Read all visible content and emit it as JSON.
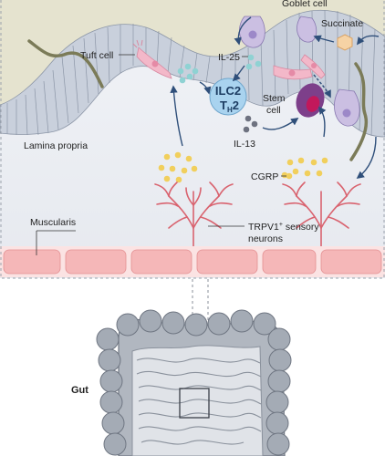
{
  "labels": {
    "goblet_cell": "Goblet cell",
    "succinate": "Succinate",
    "tuft_cell": "Tuft cell",
    "il25": "IL-25",
    "ilc2_line1": "ILC2",
    "ilc2_line2": "T",
    "ilc2_sub": "H",
    "ilc2_suffix": "2",
    "stem_cell_line1": "Stem",
    "stem_cell_line2": "cell",
    "il13": "IL-13",
    "lamina_propria": "Lamina propria",
    "cgrp": "CGRP",
    "muscularis": "Muscularis",
    "trpv1_line1": "TRPV1",
    "trpv1_sup": "+",
    "trpv1_line1_rest": " sensory",
    "trpv1_line2": "neurons",
    "gut": "Gut"
  },
  "colors": {
    "mucus": "#e5e3cf",
    "lumen_tissue": "#eef0f4",
    "epithelium": "#c9d0dc",
    "epithelium_stroke": "#8b95a6",
    "tuft": "#f3b8c9",
    "goblet": "#cbbfe2",
    "ilc2": "#a9d3ef",
    "stem": "#7d3f8a",
    "cgrp_dot": "#f1cf5c",
    "il25_dot": "#8fd2d3",
    "il13_dot": "#6e7280",
    "neuron": "#d9636f",
    "muscle": "#f5b7b8",
    "arrow": "#2f4f7a",
    "worm": "#7b7b58",
    "succinate": "#f6d3a5",
    "intestine": "#9aa1ab"
  }
}
